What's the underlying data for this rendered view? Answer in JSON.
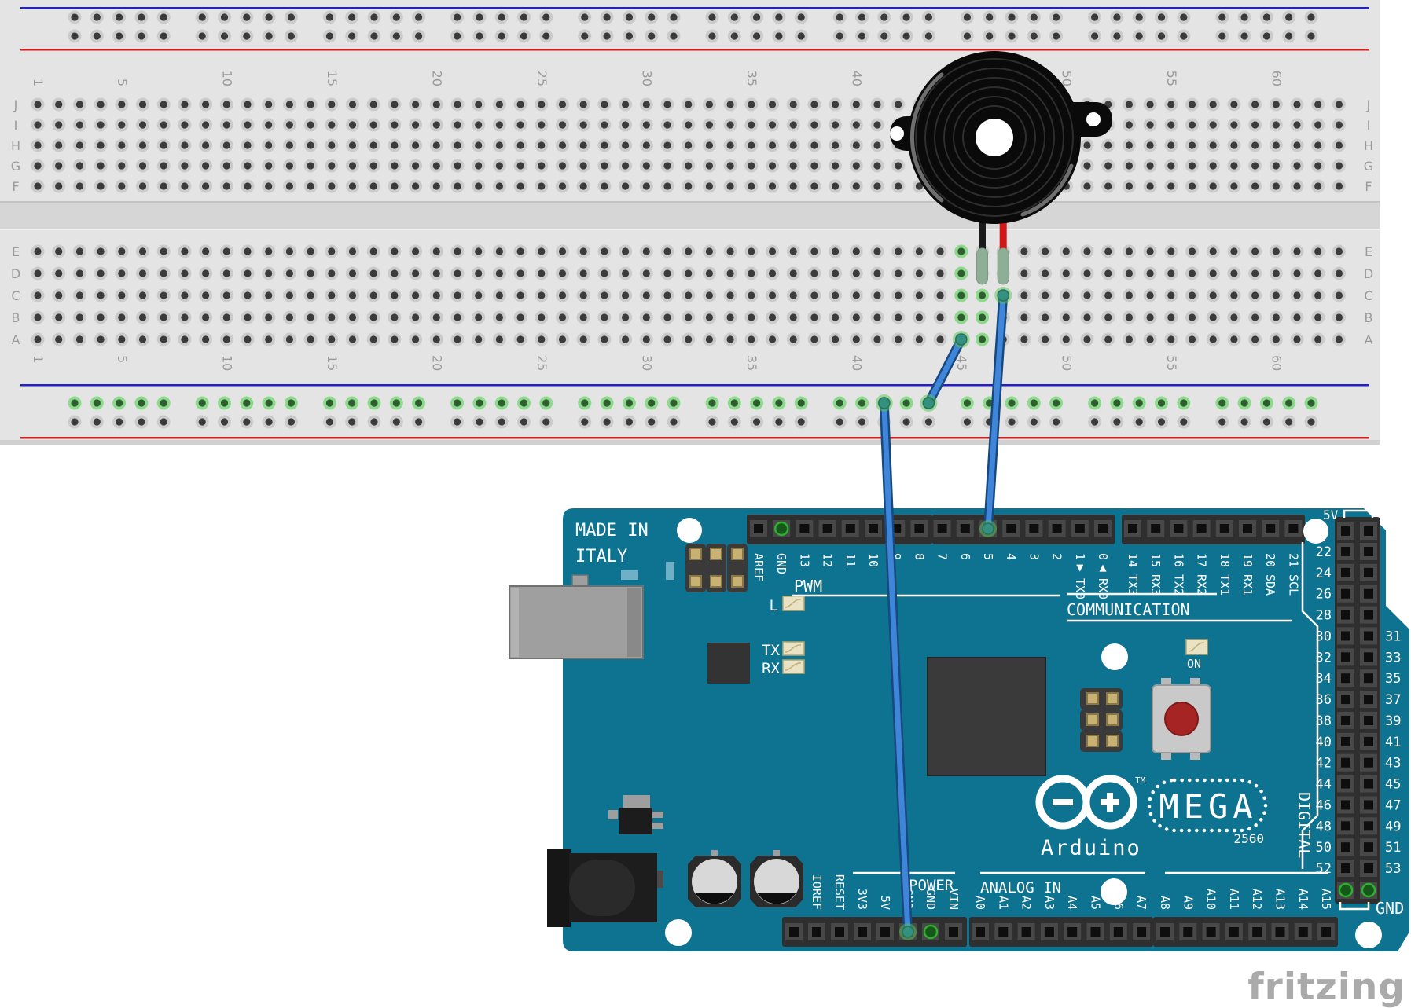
{
  "watermark": "fritzing",
  "colors": {
    "board_teal": "#0e7391",
    "breadboard_body": "#e4e4e4",
    "channel": "#d6d6d6",
    "rail_blue_line": "#1f1fd0",
    "rail_red_line": "#d01f1f",
    "hole_ring": "#cbcbcb",
    "hole_center": "#3b3b3b",
    "net_ring_green": "#8fd98f",
    "net_center_green": "#2e5e2e",
    "wire_blue": "#3f85d9",
    "wire_outline": "#17497f",
    "connector_teal": "#35917f",
    "connect_ring": "#57c457",
    "gnd_pin_fill": "#16571b",
    "gnd_pin_ring": "#2fae2f",
    "buzzer_black": "#0a0a0a",
    "lead_black": "#1a1a1a",
    "lead_red": "#d01616",
    "lead_tip": "#8fae96",
    "header_strip": "#2f2f2f",
    "pin_outer": "#484848",
    "pin_inner": "#0e0e0e",
    "gold_pad": "#c8b273",
    "silver": "#d8d8d8",
    "usb_gray": "#9f9f9f",
    "jack_black": "#1d1d1d",
    "button_red": "#a62424",
    "led_beige": "#e9e2c4"
  },
  "breadboard": {
    "row_letters_top": [
      "J",
      "I",
      "H",
      "G",
      "F"
    ],
    "row_letters_bottom": [
      "E",
      "D",
      "C",
      "B",
      "A"
    ],
    "column_label_values": [
      "1",
      "5",
      "10",
      "15",
      "20",
      "25",
      "30",
      "35",
      "40",
      "45",
      "50",
      "55",
      "60"
    ],
    "columns": 63,
    "rail_groups": 10,
    "rail_holes_per_group": 5
  },
  "buzzer": {
    "type": "piezo-buzzer",
    "leads": [
      "black",
      "red"
    ]
  },
  "arduino": {
    "made_in_line1": "MADE IN",
    "made_in_line2": "ITALY",
    "logo_text": "Arduino",
    "tm": "TM",
    "mega": "MEGA",
    "model": "2560",
    "pwm": "PWM",
    "communication": "COMMUNICATION",
    "power": "POWER",
    "analog_in": "ANALOG IN",
    "digital": "DIGITAL",
    "five_v": "5V",
    "gnd": "GND",
    "on": "ON",
    "l": "L",
    "tx": "TX",
    "rx": "RX",
    "top_header_simple": [
      "AREF",
      "GND",
      "13",
      "12",
      "11",
      "10",
      "9",
      "8",
      "7",
      "6",
      "5",
      "4",
      "3",
      "2"
    ],
    "top_header_serial0": [
      {
        "num": "1",
        "arrow": "▼",
        "name": "TX0"
      },
      {
        "num": "0",
        "arrow": "▲",
        "name": "RX0"
      }
    ],
    "top_header_serial": [
      {
        "num": "14",
        "name": "TX3"
      },
      {
        "num": "15",
        "name": "RX3"
      },
      {
        "num": "16",
        "name": "TX2"
      },
      {
        "num": "17",
        "name": "RX2"
      },
      {
        "num": "18",
        "name": "TX1"
      },
      {
        "num": "19",
        "name": "RX1"
      },
      {
        "num": "20",
        "name": "SDA"
      },
      {
        "num": "21",
        "name": "SCL"
      }
    ],
    "power_pins": [
      "",
      "IOREF",
      "RESET",
      "3V3",
      "5V",
      "GND",
      "GND",
      "VIN"
    ],
    "analog_pins_a": [
      "A0",
      "A1",
      "A2",
      "A3",
      "A4",
      "A5",
      "A6",
      "A7"
    ],
    "analog_pins_b": [
      "A8",
      "A9",
      "A10",
      "A11",
      "A12",
      "A13",
      "A14",
      "A15"
    ],
    "digital_even": [
      "22",
      "24",
      "26",
      "28",
      "30",
      "32",
      "34",
      "36",
      "38",
      "40",
      "42",
      "44",
      "46",
      "48",
      "50",
      "52"
    ],
    "digital_odd": [
      "31",
      "33",
      "35",
      "37",
      "39",
      "41",
      "43",
      "45",
      "47",
      "49",
      "51",
      "53"
    ]
  },
  "connections": [
    {
      "wire": "blue",
      "from": "breadboard column 47 row C (buzzer + lead)",
      "to": "Arduino MEGA digital pin 5"
    },
    {
      "wire": "blue",
      "from": "breadboard column 45 row A (buzzer - lead)",
      "to": "breadboard bottom ground rail"
    },
    {
      "wire": "blue",
      "from": "breadboard bottom ground rail",
      "to": "Arduino MEGA POWER GND pin"
    }
  ]
}
